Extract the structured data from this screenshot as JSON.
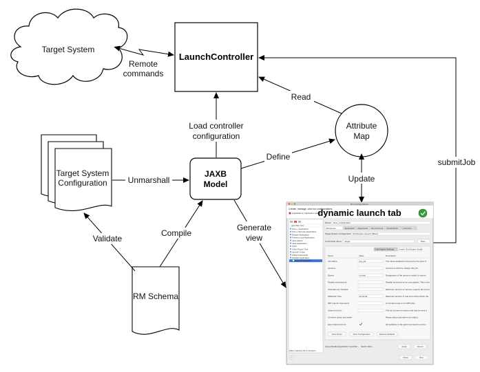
{
  "nodes": {
    "target_system": "Target System",
    "launch_controller": "LaunchController",
    "attribute_map_line1": "Attribute",
    "attribute_map_line2": "Map",
    "jaxb_line1": "JAXB",
    "jaxb_line2": "Model",
    "config_line1": "Target System",
    "config_line2": "Configuration",
    "rm_schema": "RM Schema"
  },
  "edges": {
    "remote_line1": "Remote",
    "remote_line2": "commands",
    "read": "Read",
    "load_line1": "Load controller",
    "load_line2": "configuration",
    "define": "Define",
    "unmarshall": "Unmarshall",
    "update": "Update",
    "submit_job": "submitJob",
    "validate": "Validate",
    "compile": "Compile",
    "generate_line1": "Generate",
    "generate_line2": "view"
  },
  "screenshot": {
    "title": "dynamic launch tab",
    "window_title": "Run Configurations",
    "header": "Create, manage, and run configurations",
    "subheader": "[Application]: Application dialog",
    "name_label": "Name:",
    "name_value": "New_configuration",
    "tabs": [
      "Resources",
      "Application",
      "Arguments",
      "Environment",
      "Synchronize",
      "Common"
    ],
    "target_label": "Target System Configuration:",
    "target_value": "Grid Engine Generic (Basic)",
    "connection_label": "Connection name:",
    "connection_value": "ranger",
    "new_button": "New...",
    "subtabs": [
      "Grid Engine Settings",
      "Import Grid Engine Script"
    ],
    "columns": [
      "Name",
      "Value",
      "Description"
    ],
    "rows": [
      {
        "name": "Job Name",
        "value": "ptp_job",
        "desc": "The name assigned to the job by the qsub or"
      },
      {
        "name": "Account",
        "value": "",
        "desc": "Account to which to charge this job."
      },
      {
        "name": "Queue",
        "value": "normal",
        "desc": "Designation of the queue to which to submit"
      },
      {
        "name": "Parallel environment",
        "value": "",
        "desc": "Parallel environment for executables. This is the"
      },
      {
        "name": "Total Memory Needed",
        "value": "",
        "desc": "Maximum amount of memory used by all concur"
      },
      {
        "name": "Wallclock Time",
        "value": "00:30:00",
        "desc": "Maximum amount of real time during which the"
      },
      {
        "name": "MPI Launch Command",
        "value": "",
        "desc": "Command used to run MPI jobs."
      },
      {
        "name": "Search root for...",
        "value": "",
        "desc": "The set of users to whom mail may be sent a"
      },
      {
        "name": "Combine stdout and stderr",
        "value": "",
        "desc": "Merge stdout and stderr into stdout."
      },
      {
        "name": "Export Environment",
        "value": "",
        "desc": "All variables in the qsub command's environ"
      }
    ],
    "buttons": [
      "View Script",
      "View Configuration",
      "Restore Defaults"
    ],
    "tree_items": [
      "C/C++ Application",
      "C/C++ Remote Application",
      "Eclipse Application",
      "Fortran Local Application",
      "Java Applet",
      "Java Application",
      "JUnit",
      "JUnit Plug-in Test",
      "Launch Group",
      "OSGi Framework",
      "Parallel Application",
      "New_configuration"
    ],
    "filter_text": "type filter text",
    "filter_status": "Filter matched 13 of 13 items",
    "launcher_text": "Using Parallel Application Launcher -",
    "launcher_link": "Select other...",
    "apply": "Apply",
    "revert": "Revert",
    "close": "Close",
    "run": "Run"
  }
}
